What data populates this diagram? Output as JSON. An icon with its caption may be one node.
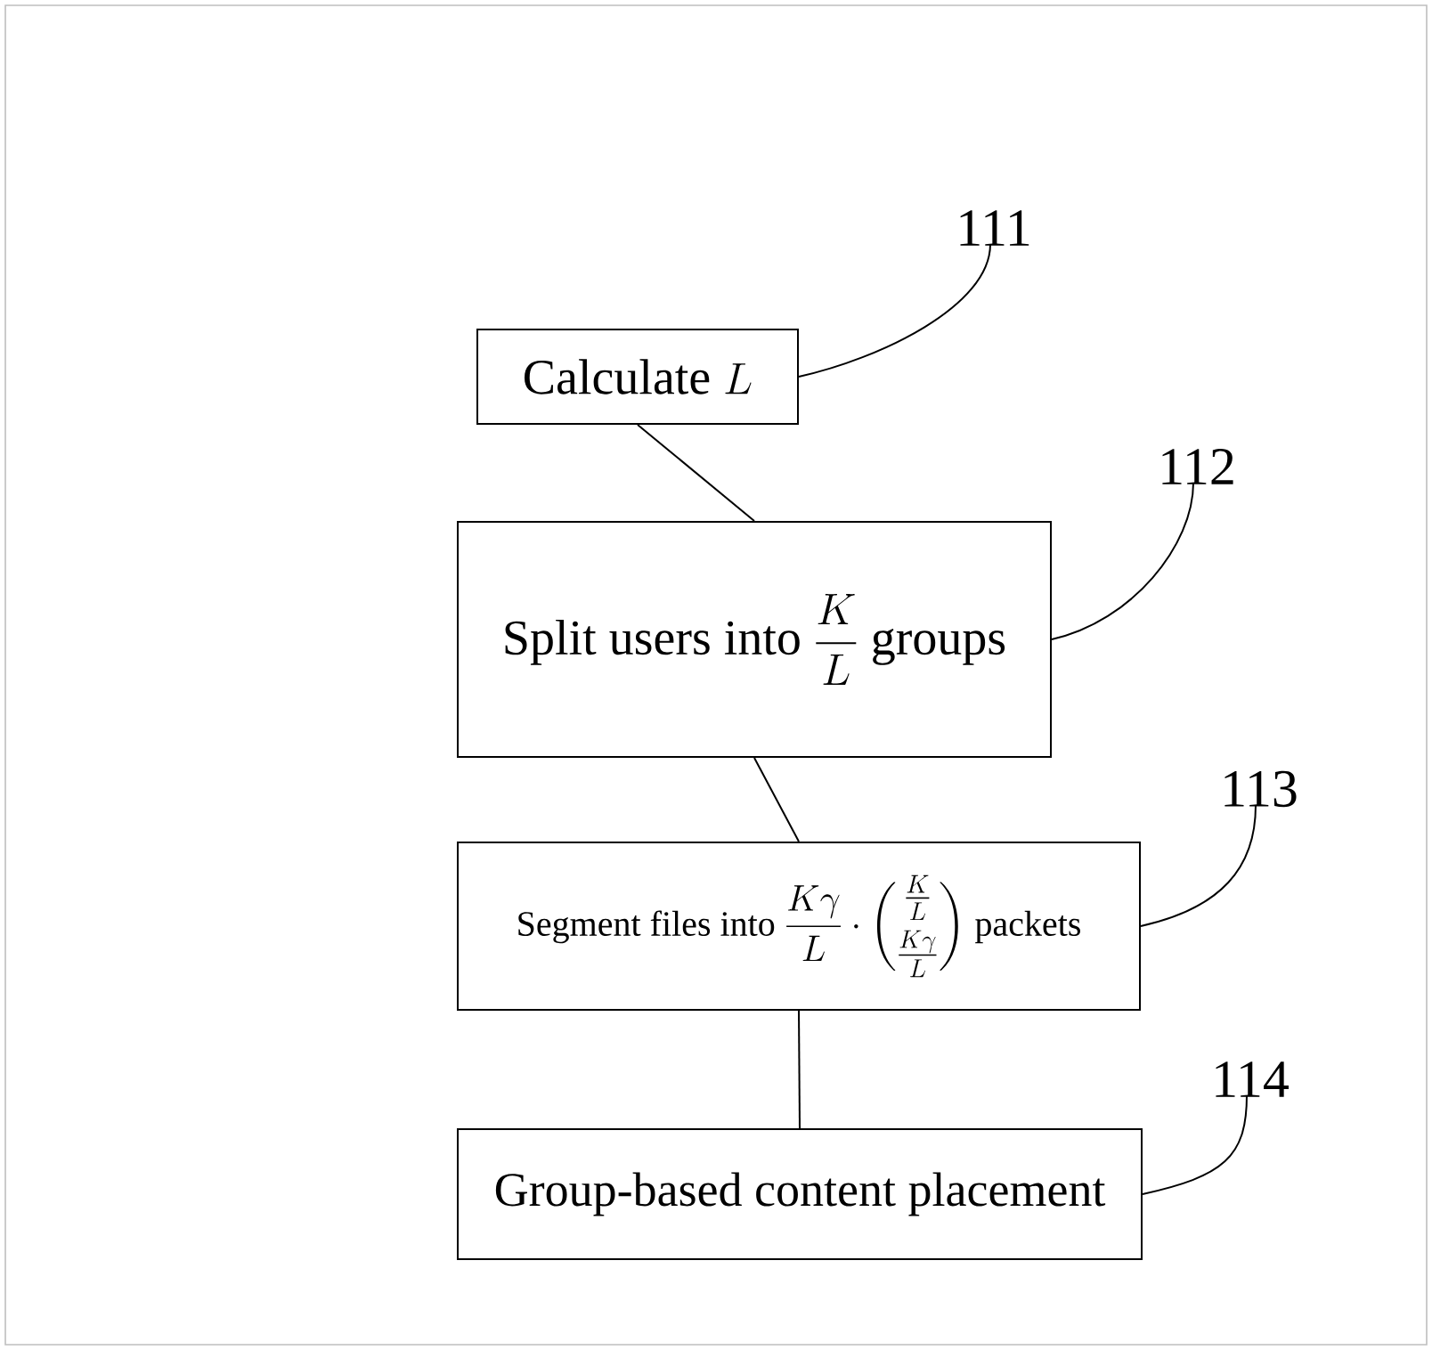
{
  "diagram": {
    "nodes": [
      {
        "text": [
          "\\text{Calculate } L"
        ]
      },
      {
        "text": [
          "\\text{Split users into } \\dfrac{K}{L} \\text{ groups}"
        ]
      },
      {
        "text": [
          "\\text{Segment files into } \\frac{K\\gamma}{L}\\cdot\\binom{\\frac{K}{L}}{\\frac{K\\gamma}{L}} \\text{ packets}"
        ]
      },
      {
        "text": [
          "Group-based content placement"
        ]
      },
      {
        "text": [
          "111"
        ]
      },
      {
        "text": [
          "112"
        ]
      },
      {
        "text": [
          "113"
        ]
      },
      {
        "text": [
          "114"
        ]
      }
    ],
    "edges": [
      {
        "from": 0,
        "to": 1,
        "arrow": "none"
      },
      {
        "from": 1,
        "to": 2,
        "arrow": "none"
      },
      {
        "from": 2,
        "to": 3,
        "arrow": "none"
      },
      {
        "from": 4,
        "to": 0,
        "arrow": "none"
      },
      {
        "from": 5,
        "to": 1,
        "arrow": "none"
      },
      {
        "from": 6,
        "to": 2,
        "arrow": "none"
      },
      {
        "from": 7,
        "to": 3,
        "arrow": "none"
      }
    ]
  }
}
